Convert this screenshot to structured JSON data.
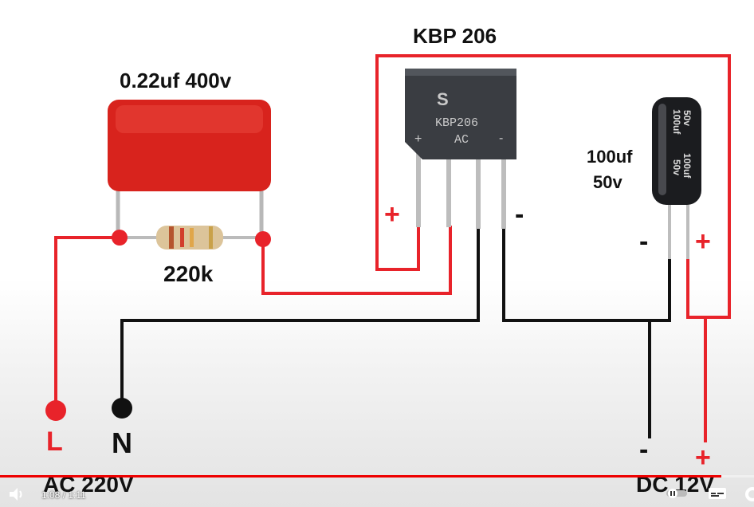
{
  "labels": {
    "capacitor": "0.22uf 400v",
    "resistor": "220k",
    "bridge": "KBP 206",
    "electrolytic_value": "100uf",
    "electrolytic_voltage": "50v",
    "bridge_plus": "+",
    "bridge_minus": "-",
    "cap_minus": "-",
    "cap_plus": "+",
    "L": "L",
    "N": "N",
    "ac_input": "AC 220V",
    "dc_output": "DC 12V",
    "out_minus": "-",
    "out_plus": "+"
  },
  "bridge_print": {
    "logo": "S",
    "model": "KBP206",
    "ac": "AC",
    "plus": "+",
    "minus": "-"
  },
  "cap_print": {
    "value": "100uf",
    "voltage": "50v"
  },
  "player": {
    "time": "1:08 / 1:11",
    "progress": 0.957
  },
  "colors": {
    "wire_red": "#e8232a",
    "wire_black": "#111111",
    "cap_film": "#d8231d",
    "bridge_body": "#3a3d42",
    "accent": "#ff0000"
  }
}
